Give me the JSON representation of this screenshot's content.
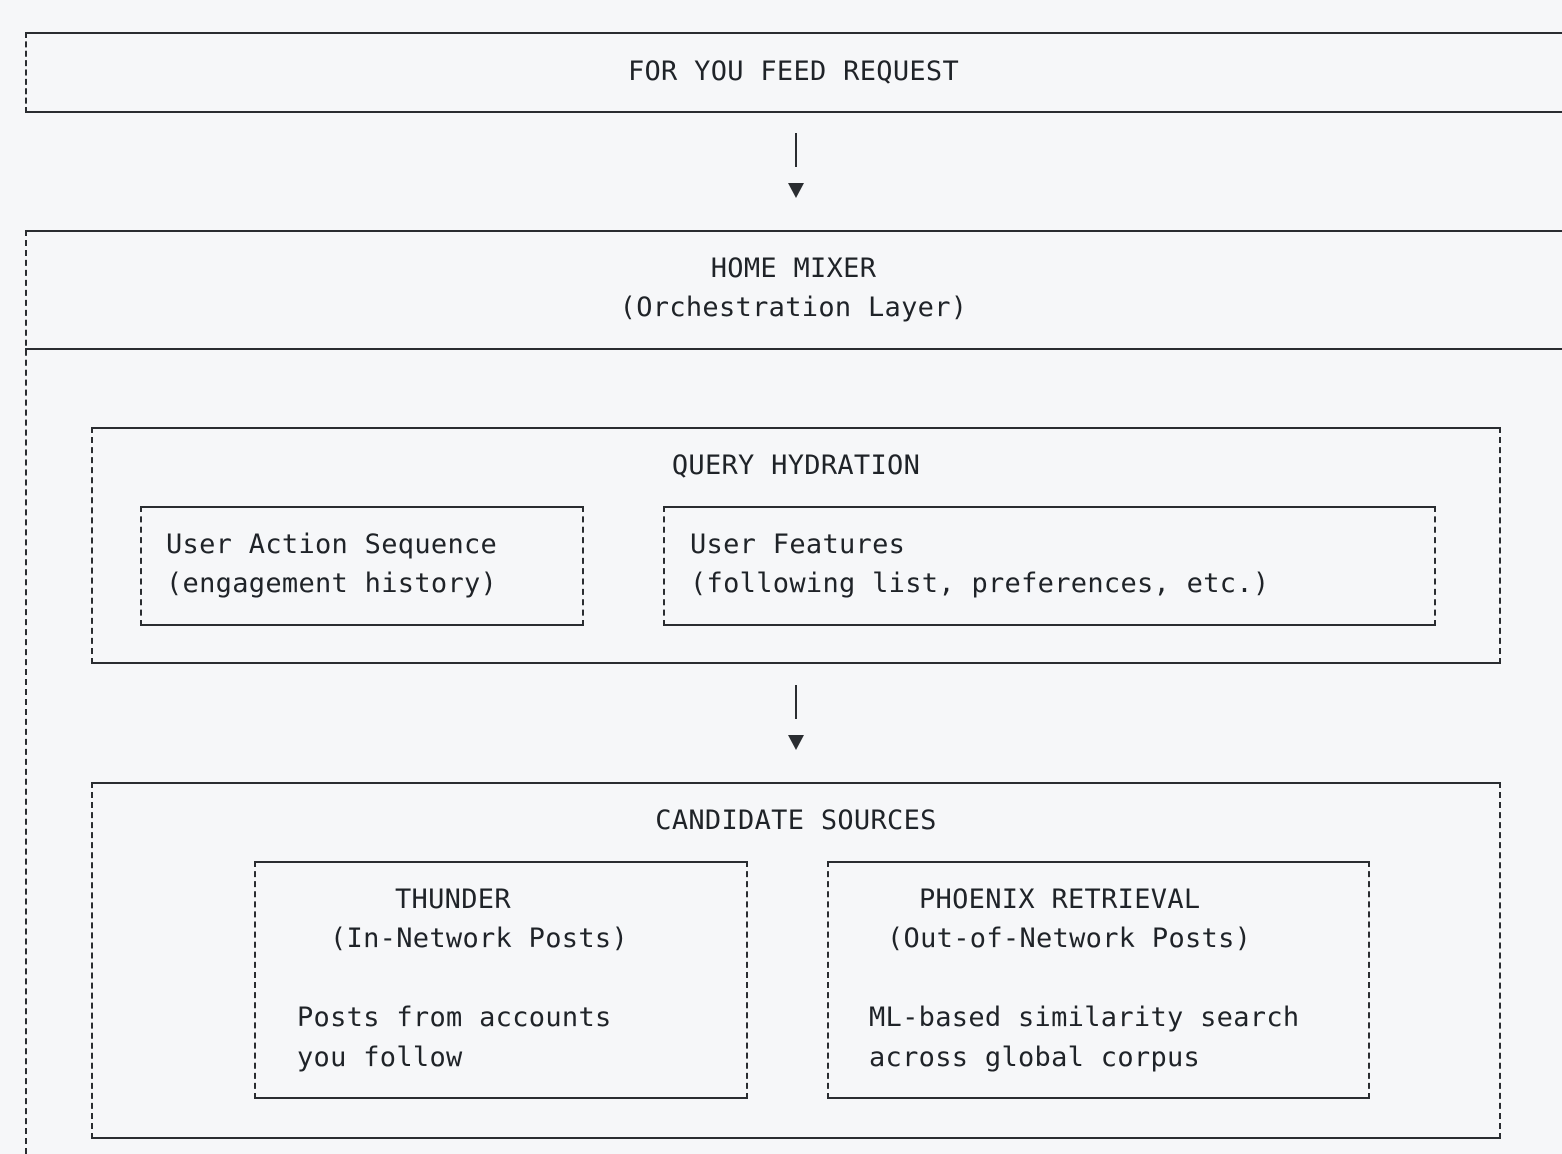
{
  "request": {
    "title": "FOR YOU FEED REQUEST"
  },
  "home_mixer": {
    "title": "HOME MIXER",
    "subtitle": "(Orchestration Layer)"
  },
  "query_hydration": {
    "title": "QUERY HYDRATION",
    "user_action_sequence": {
      "title": "User Action Sequence",
      "subtitle": "(engagement history)"
    },
    "user_features": {
      "title": "User Features",
      "subtitle": "(following list, preferences, etc.)"
    }
  },
  "candidate_sources": {
    "title": "CANDIDATE SOURCES",
    "thunder": {
      "title": "THUNDER",
      "subtitle": "(In-Network Posts)",
      "desc_line1": "Posts from accounts",
      "desc_line2": "you follow"
    },
    "phoenix": {
      "title": "PHOENIX RETRIEVAL",
      "subtitle": "(Out-of-Network Posts)",
      "desc_line1": "ML-based similarity search",
      "desc_line2": "across global corpus"
    }
  },
  "icons": {
    "down_arrow": "down-arrow-icon"
  }
}
